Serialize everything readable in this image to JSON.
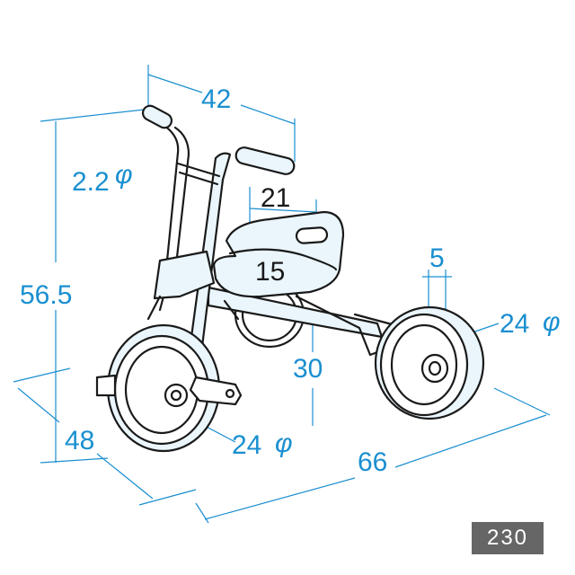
{
  "dimensions": {
    "top_width": "42",
    "handle_diameter": "2.2",
    "phi_symbol": "φ",
    "seat_depth": "21",
    "seat_width": "15",
    "total_height": "56.5",
    "rear_wheel_width": "5",
    "rear_wheel_diameter": "24",
    "seat_height": "30",
    "width": "48",
    "front_wheel_diameter": "24",
    "length": "66"
  },
  "model_number": "230",
  "colors": {
    "dimension": "#1a8fd0",
    "outline": "#1a1a1a",
    "badge": "#666666"
  }
}
